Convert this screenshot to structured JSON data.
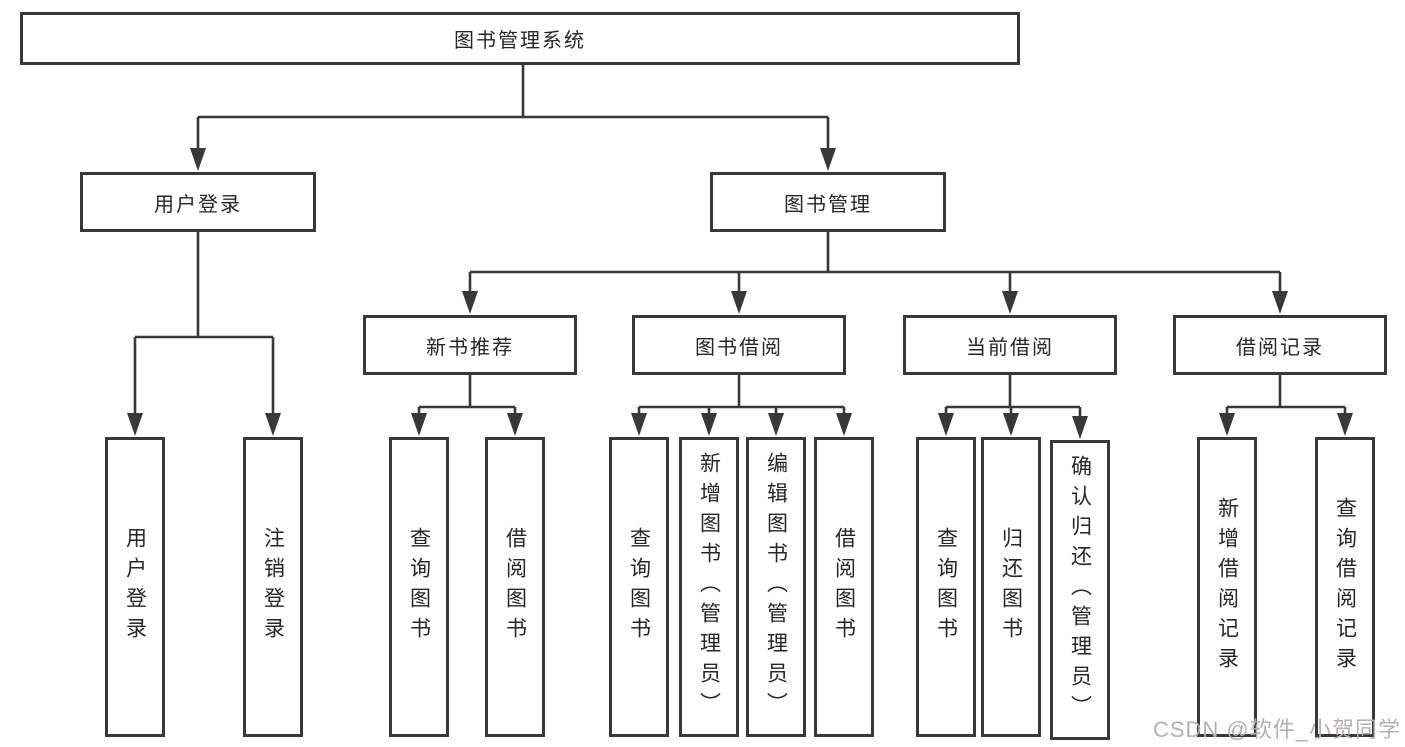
{
  "diagram": {
    "tree": {
      "label": "图书管理系统",
      "children": [
        {
          "label": "用户登录",
          "children": [
            {
              "label": "用户登录"
            },
            {
              "label": "注销登录"
            }
          ]
        },
        {
          "label": "图书管理",
          "children": [
            {
              "label": "新书推荐",
              "children": [
                {
                  "label": "查询图书"
                },
                {
                  "label": "借阅图书"
                }
              ]
            },
            {
              "label": "图书借阅",
              "children": [
                {
                  "label": "查询图书"
                },
                {
                  "label": "新增图书（管理员）"
                },
                {
                  "label": "编辑图书（管理员）"
                },
                {
                  "label": "借阅图书"
                }
              ]
            },
            {
              "label": "当前借阅",
              "children": [
                {
                  "label": "查询图书"
                },
                {
                  "label": "归还图书"
                },
                {
                  "label": "确认归还（管理员）"
                }
              ]
            },
            {
              "label": "借阅记录",
              "children": [
                {
                  "label": "新增借阅记录"
                },
                {
                  "label": "查询借阅记录"
                }
              ]
            }
          ]
        }
      ]
    },
    "watermark": "CSDN @软件_小贺同学",
    "colors": {
      "line": "#383838",
      "box_border": "#383838",
      "text": "#262626",
      "watermark": "#b6aeae",
      "background": "#ffffff"
    }
  }
}
